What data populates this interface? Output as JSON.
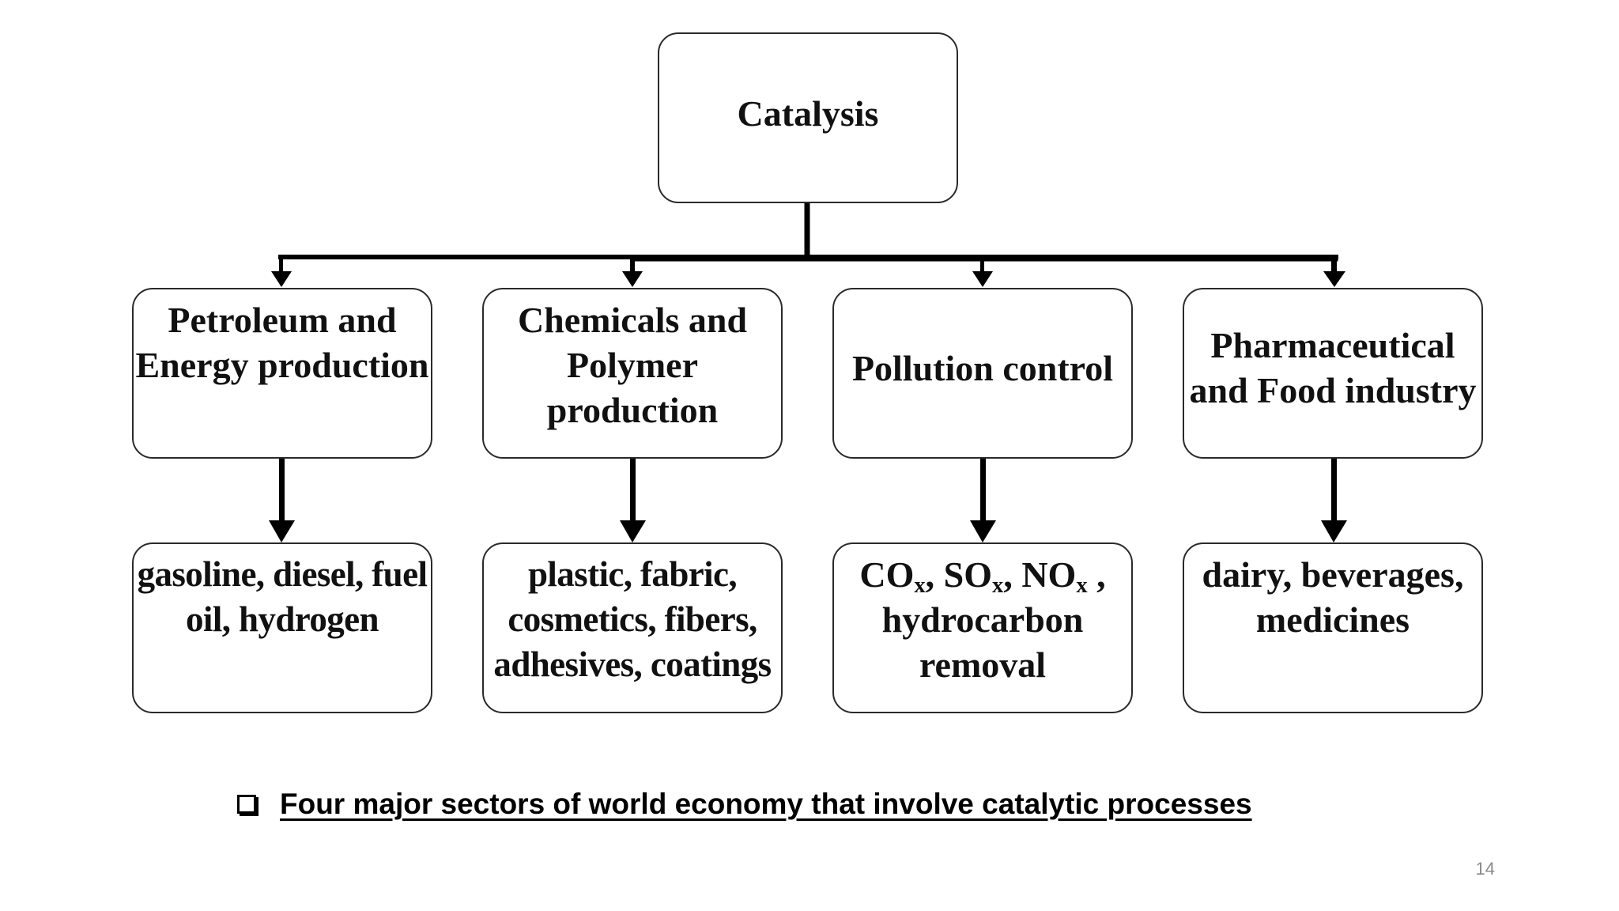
{
  "root": {
    "label": "Catalysis"
  },
  "sectors": [
    {
      "lines": [
        "Petroleum and",
        "Energy production"
      ]
    },
    {
      "lines": [
        "Chemicals and",
        "Polymer",
        "production"
      ]
    },
    {
      "lines": [
        "Pollution control"
      ]
    },
    {
      "lines": [
        "Pharmaceutical",
        "and Food industry"
      ]
    }
  ],
  "examples": [
    {
      "lines": [
        "gasoline, diesel, fuel",
        "oil, hydrogen"
      ]
    },
    {
      "lines": [
        "plastic, fabric,",
        "cosmetics, fibers,",
        "adhesives, coatings"
      ]
    },
    {
      "co": "CO",
      "co_sub": "x",
      "so": ", SO",
      "so_sub": "x",
      "no": ", NO",
      "no_sub": "x",
      "tail": " ,",
      "lines": [
        "hydrocarbon",
        "removal"
      ]
    },
    {
      "lines": [
        "dairy, beverages,",
        "medicines"
      ]
    }
  ],
  "caption": "Four major sectors of world economy that involve catalytic processes",
  "page_number": "14"
}
